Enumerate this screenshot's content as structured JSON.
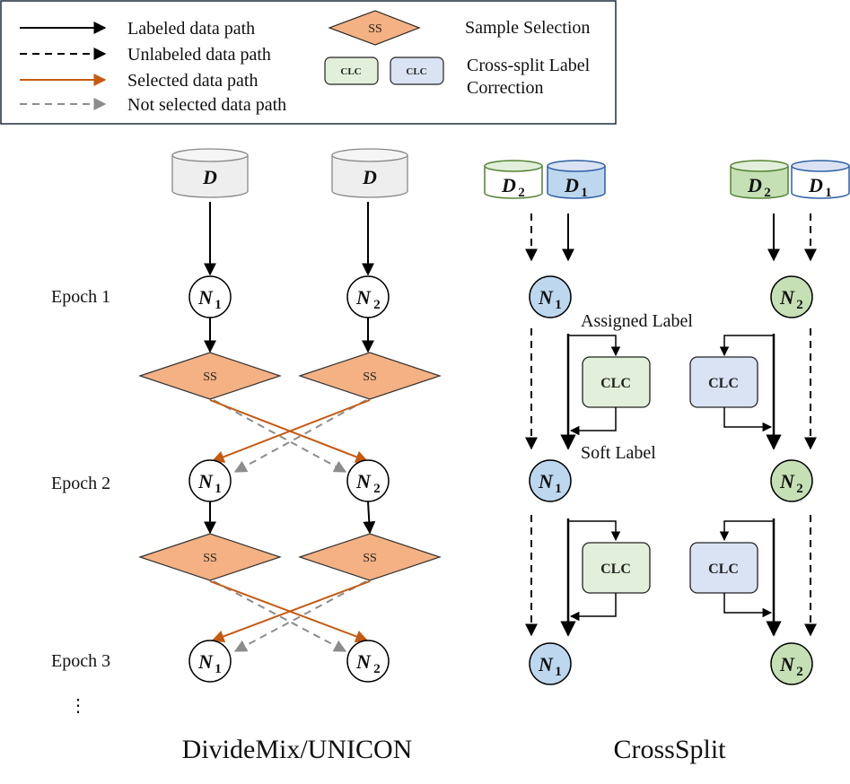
{
  "legend": {
    "labeled": "Labeled data path",
    "unlabeled": "Unlabeled data path",
    "selected": "Selected data path",
    "not_selected": "Not selected data path",
    "ss_symbol": "SS",
    "ss_desc": "Sample Selection",
    "clc_symbol": "CLC",
    "clc_desc_line1": "Cross-split Label",
    "clc_desc_line2": "Correction"
  },
  "epochs": [
    "Epoch 1",
    "Epoch 2",
    "Epoch 3"
  ],
  "ellipsis": "⋮",
  "dataset_full": "D",
  "net_letter": "N",
  "sub_1": "1",
  "sub_2": "2",
  "ss_label": "SS",
  "clc_label": "CLC",
  "annotations": {
    "assigned": "Assigned Label",
    "soft": "Soft Label"
  },
  "titles": {
    "left": "DivideMix/UNICON",
    "right": "CrossSplit"
  },
  "colors": {
    "labeled": "#000000",
    "selected": "#c55a11",
    "not_selected": "#8c8c8c",
    "ss_fill": "#f4b183",
    "clc_green": "#e2efda",
    "clc_blue": "#dae3f3",
    "node_blue": "#bdd7ee",
    "node_green": "#c5e0b4",
    "cyl_gray": "#eeeeee",
    "d1_stroke": "#2e5fa3",
    "d2_stroke": "#548235"
  }
}
